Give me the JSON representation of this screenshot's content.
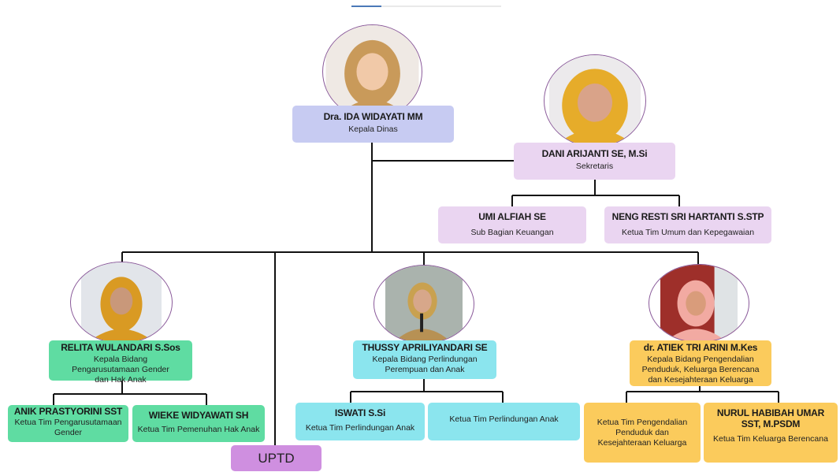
{
  "colors": {
    "head": "#c7cbf2",
    "secretary": "#ead5f1",
    "green": "#5fdca2",
    "cyan": "#8be5ee",
    "orange": "#fbcb5c",
    "uptd": "#cf8fe0",
    "line": "#111111"
  },
  "head": {
    "name": "Dra. IDA WIDAYATI MM",
    "role": "Kepala Dinas"
  },
  "secretary": {
    "name": "DANI ARIJANTI SE, M.Si",
    "role": "Sekretaris"
  },
  "finance": {
    "name": "UMI ALFIAH SE",
    "role": "Sub Bagian Keuangan"
  },
  "general": {
    "name": "NENG RESTI SRI HARTANTI S.STP",
    "role": "Ketua Tim Umum dan Kepegawaian"
  },
  "gender": {
    "name": "RELITA WULANDARI S.Sos",
    "role": "Kepala Bidang Pengarusutamaan Gender dan Hak Anak"
  },
  "protection": {
    "name": "THUSSY APRILIYANDARI SE",
    "role": "Kepala Bidang Perlindungan Perempuan dan Anak"
  },
  "population": {
    "name": "dr. ATIEK TRI ARINI M.Kes",
    "role": "Kepala Bidang Pengendalian Penduduk, Keluarga Berencana dan Kesejahteraan Keluarga"
  },
  "team_gender": {
    "name": "ANIK PRASTYORINI SST",
    "role": "Ketua Tim Pengarusutamaan Gender"
  },
  "team_child_rights": {
    "name": "WIEKE WIDYAWATI SH",
    "role": "Ketua Tim Pemenuhan Hak Anak"
  },
  "team_protection_1": {
    "name": "ISWATI S.Si",
    "role": "Ketua Tim Perlindungan Anak"
  },
  "team_protection_2": {
    "role": "Ketua Tim Perlindungan Anak"
  },
  "team_population": {
    "role": "Ketua Tim Pengendalian Penduduk dan Kesejahteraan Keluarga"
  },
  "team_family_planning": {
    "name": "NURUL HABIBAH UMAR SST, M.PSDM",
    "role": "Ketua Tim Keluarga Berencana"
  },
  "uptd": {
    "label": "UPTD"
  }
}
